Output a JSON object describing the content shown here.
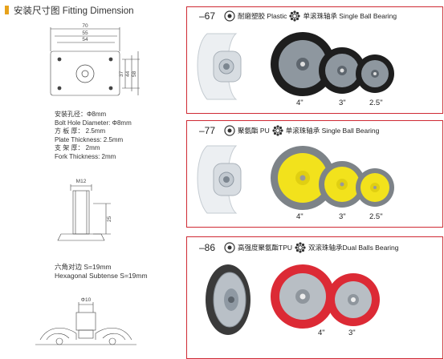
{
  "header": {
    "title": "安装尺寸图 Fitting Dimension",
    "accent_color": "#e7a21b"
  },
  "top_plate_dims": {
    "w70": "70",
    "w55": "55",
    "w54": "54",
    "h37": "37",
    "h44": "44",
    "h58": "58"
  },
  "specs": {
    "bolt_cn": "安装孔径：Φ8mm",
    "bolt_en": "Bolt Hole Diameter: Φ8mm",
    "plate_cn": "方 板 厚：  2.5mm",
    "plate_en": "Plate Thickness: 2.5mm",
    "fork_cn": "支 架 厚：  2mm",
    "fork_en": "Fork Thickness: 2mm"
  },
  "stem_dims": {
    "thread": "M12",
    "height": "25"
  },
  "hex": {
    "cn": "六角对边 S=19mm",
    "en": "Hexagonal Subtense  S=19mm"
  },
  "bottom_dim": {
    "phi": "Φ10"
  },
  "panels": [
    {
      "code": "–67",
      "material": "耐磨塑胶 Plastic",
      "bearing": "单滚珠轴承 Single Ball Bearing",
      "sizes": [
        "4\"",
        "3\"",
        "2.5\""
      ]
    },
    {
      "code": "–77",
      "material": "聚氨酯 PU",
      "bearing": "单滚珠轴承 Single Ball Bearing",
      "sizes": [
        "4\"",
        "3\"",
        "2.5\""
      ]
    },
    {
      "code": "–86",
      "material": "高强度聚氨酯TPU",
      "bearing": "双滚珠轴承Dual Balls Bearing",
      "sizes": [
        "4\"",
        "3\""
      ]
    }
  ],
  "colors": {
    "panel_border": "#cf2a34",
    "black_tire": "#1e1e1e",
    "grey_hub": "#8e979f",
    "yellow_hub": "#f2e21c",
    "red_tire": "#dc2a35"
  }
}
